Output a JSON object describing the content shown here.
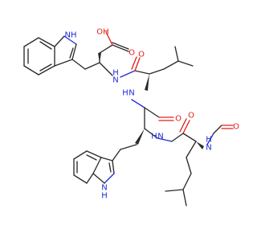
{
  "labels": {
    "indole_nh_top": "NH",
    "acid_oh": "OH",
    "acid_o": "O",
    "amide_nh_1": "H",
    "amide_n_1": "N",
    "amide_o_1": "O",
    "amide_nh_2": "H",
    "amide_n_2": "N",
    "amide_o_2": "O",
    "amide_nh_3": "H",
    "amide_n_3": "N",
    "amide_o_3": "O",
    "formyl_nh": "H",
    "formyl_n": "N",
    "formyl_o": "O",
    "indole_nh_bottom": "H",
    "indole_n_bottom": "N"
  },
  "colors": {
    "carbon": "#2b2b2b",
    "nitrogen": "#1f2bd6",
    "oxygen": "#e0201b",
    "background": "#ffffff"
  }
}
